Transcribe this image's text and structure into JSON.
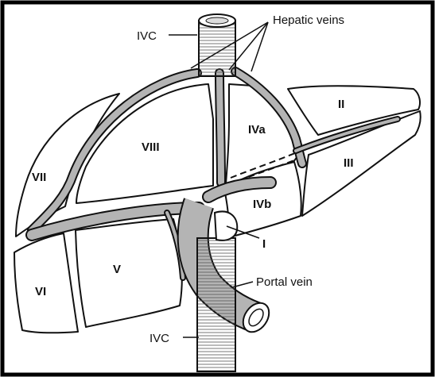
{
  "labels": {
    "hepatic_veins": "Hepatic veins",
    "ivc_top": "IVC",
    "ivc_bottom": "IVC",
    "portal_vein": "Portal vein",
    "caudate": "I"
  },
  "segments": {
    "s2": "II",
    "s3": "III",
    "s4a": "IVa",
    "s4b": "IVb",
    "s5": "V",
    "s6": "VI",
    "s7": "VII",
    "s8": "VIII"
  },
  "colors": {
    "vessel": "#b4b4b4",
    "outline": "#111111",
    "frame": "#000000",
    "background": "#ffffff"
  }
}
